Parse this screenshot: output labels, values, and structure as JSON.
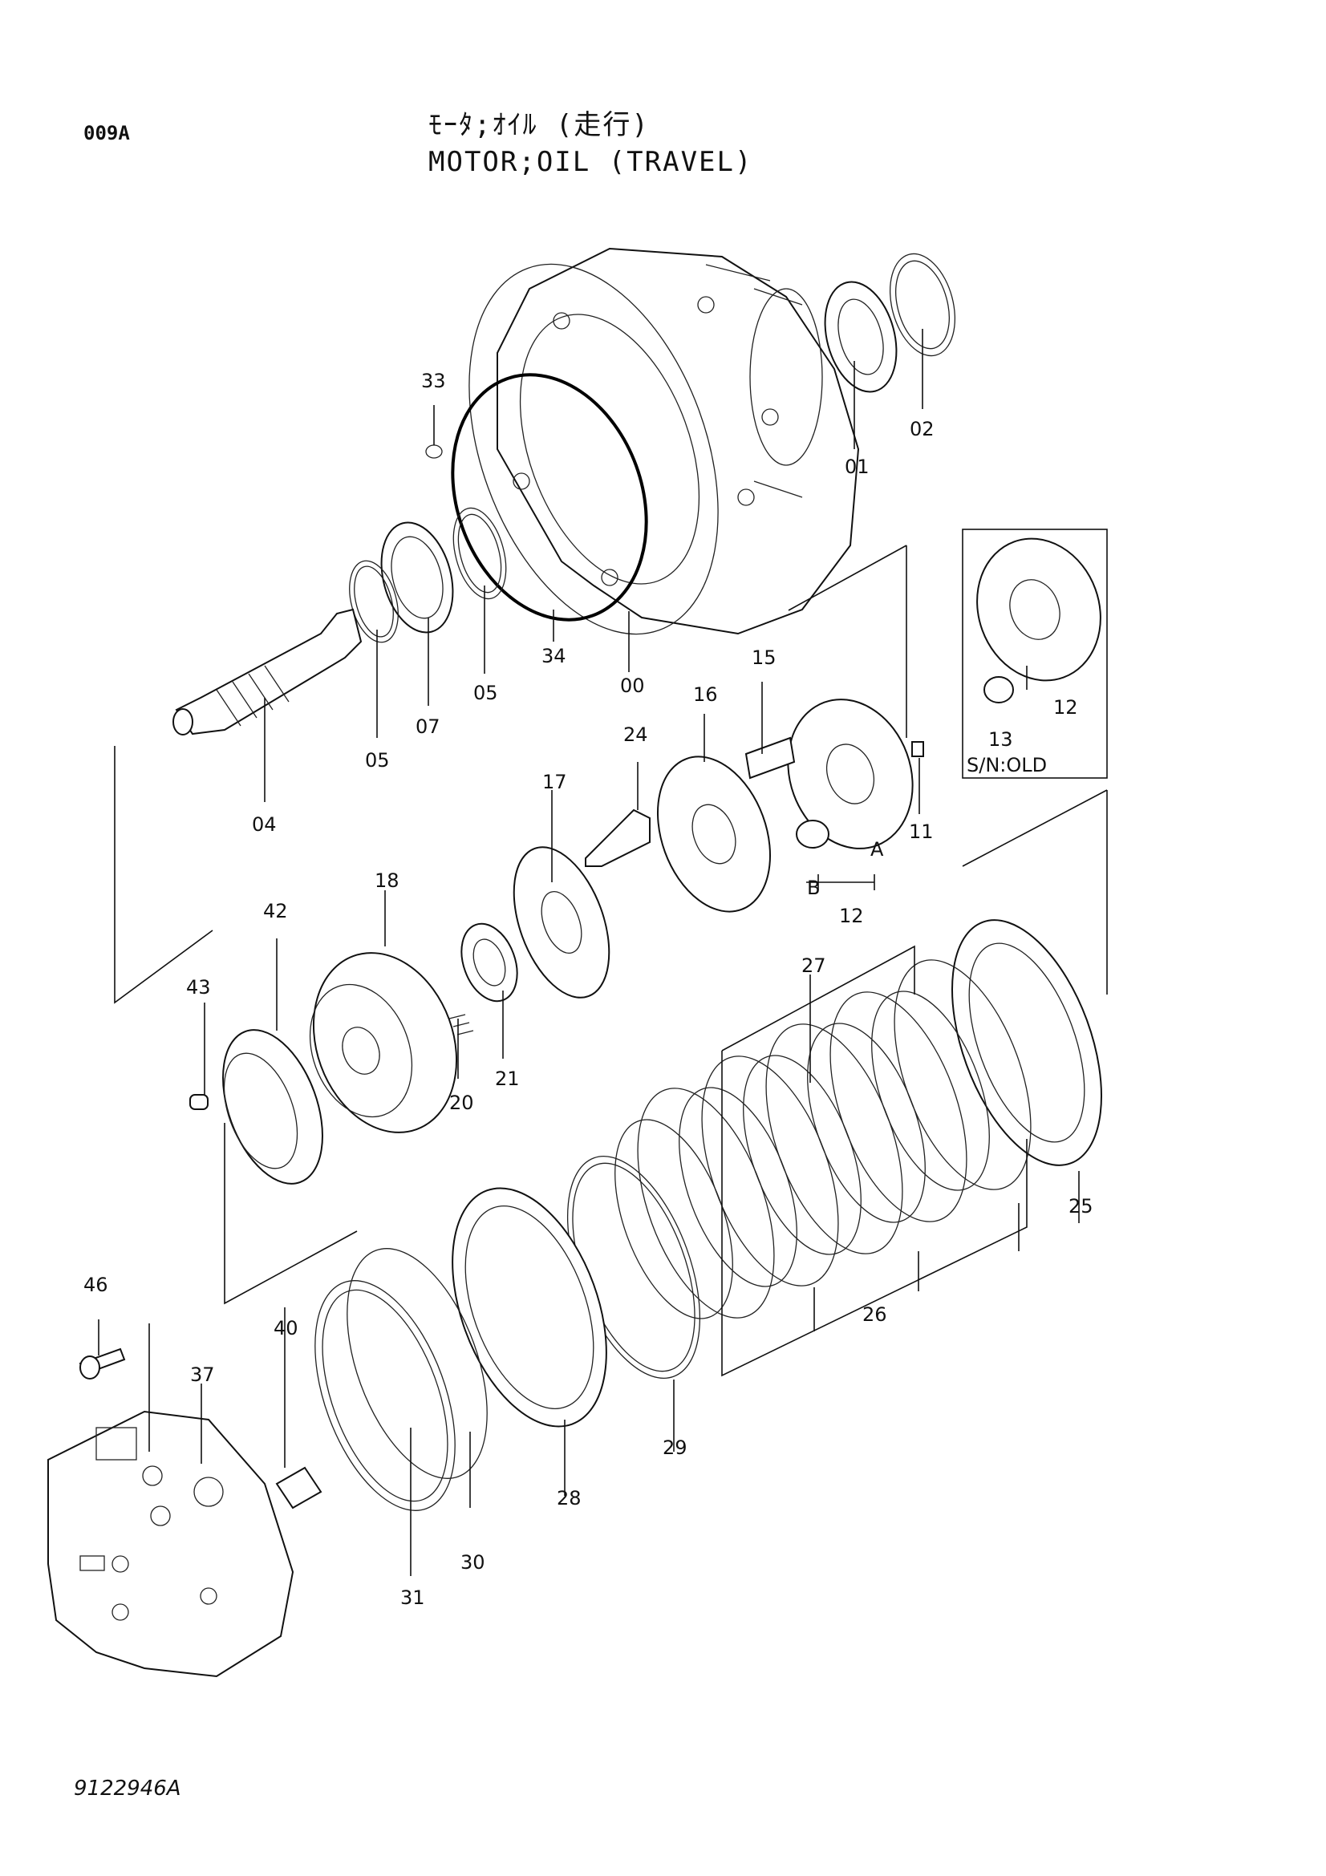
{
  "header": {
    "page_code": "009A",
    "title_jp": "ﾓｰﾀ;ｵｲﾙ (走行)",
    "title_en": "MOTOR;OIL (TRAVEL)"
  },
  "footer": {
    "drawing_number": "9122946A"
  },
  "inset": {
    "note": "S/N:OLD"
  },
  "callouts": {
    "p00": "00",
    "p01": "01",
    "p02": "02",
    "p04": "04",
    "p05a": "05",
    "p05b": "05",
    "p07": "07",
    "p11": "11",
    "p12a": "12",
    "p12b": "12",
    "p13": "13",
    "p15": "15",
    "p16": "16",
    "p17": "17",
    "p18": "18",
    "p20": "20",
    "p21": "21",
    "p24": "24",
    "p25": "25",
    "p26": "26",
    "p27": "27",
    "p28": "28",
    "p29": "29",
    "p30": "30",
    "p31": "31",
    "p33": "33",
    "p34": "34",
    "p37": "37",
    "p40": "40",
    "p42": "42",
    "p43": "43",
    "p46": "46",
    "pA": "A",
    "pB": "B"
  }
}
